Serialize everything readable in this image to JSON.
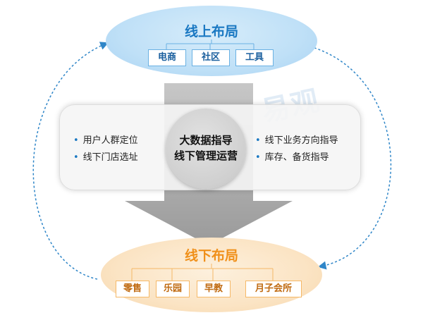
{
  "top": {
    "title": "线上布局",
    "tags": [
      "电商",
      "社区",
      "工具"
    ]
  },
  "center": {
    "core_line1": "大数据指导",
    "core_line2": "线下管理运营",
    "left_points": [
      "用户人群定位",
      "线下门店选址"
    ],
    "right_points": [
      "线下业务方向指导",
      "库存、备货指导"
    ]
  },
  "bottom": {
    "title": "线下布局",
    "tags": [
      "零售",
      "乐园",
      "早教",
      "月子会所"
    ]
  },
  "watermark": "易观",
  "colors": {
    "top_accent": "#1a78c2",
    "bottom_accent": "#f0901a",
    "arrow": "#a9a9a9",
    "cycle_arrow": "#2f86c8"
  }
}
